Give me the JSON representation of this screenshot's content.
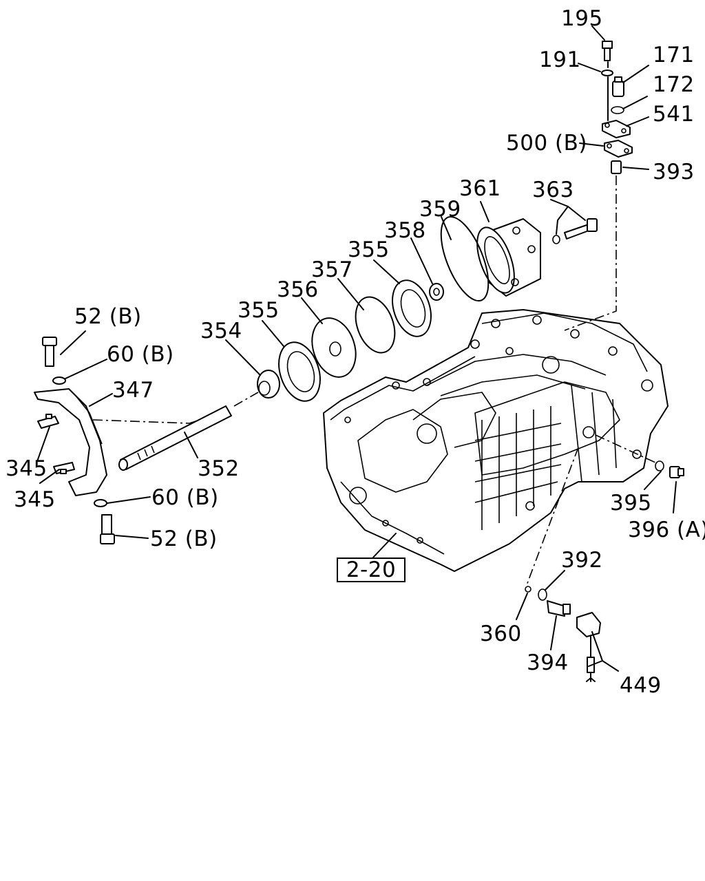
{
  "labels": {
    "p195": "195",
    "p191": "191",
    "p171": "171",
    "p172": "172",
    "p541": "541",
    "p500b": "500 (B)",
    "p393": "393",
    "p361": "361",
    "p363": "363",
    "p359": "359",
    "p358": "358",
    "p355a": "355",
    "p357": "357",
    "p356": "356",
    "p355b": "355",
    "p354": "354",
    "p52b_top": "52 (B)",
    "p60b_top": "60 (B)",
    "p347": "347",
    "p345a": "345",
    "p345b": "345",
    "p352": "352",
    "p60b_bot": "60 (B)",
    "p52b_bot": "52 (B)",
    "p395": "395",
    "p396a": "396 (A)",
    "p392": "392",
    "p360": "360",
    "p394": "394",
    "p449": "449",
    "ref": "2-20"
  }
}
